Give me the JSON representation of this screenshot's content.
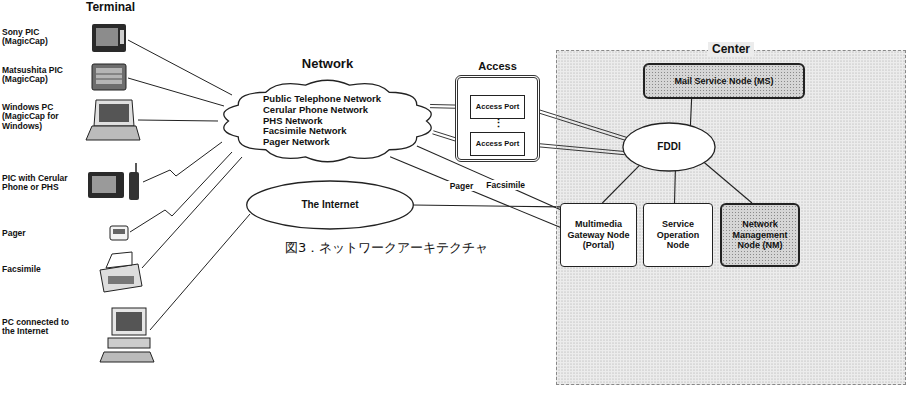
{
  "diagram": {
    "caption": "図3．ネットワークアーキテクチャ",
    "nodes": [
      {
        "text": [
          "Network",
          "Public Telephone Network",
          "Cerular Phone Network",
          "PHS Network",
          "Facsimile Network",
          "Pager Network"
        ]
      },
      {
        "text": [
          "The Internet"
        ]
      },
      {
        "text": [
          "Access"
        ]
      },
      {
        "text": [
          "Access Port"
        ],
        "in": 2
      },
      {
        "text": [
          "Access Port"
        ],
        "in": 2
      },
      {
        "text": [
          "Center"
        ]
      },
      {
        "text": [
          "Mail Service Node (MS)"
        ],
        "in": 5
      },
      {
        "text": [
          "FDDI"
        ],
        "in": 5
      },
      {
        "text": [
          "Multimedia Gateway Node (Portal)"
        ],
        "in": 5
      },
      {
        "text": [
          "Service Operation Node"
        ],
        "in": 5
      },
      {
        "text": [
          "Network Management Node (NM)"
        ],
        "in": 5
      }
    ],
    "edges": [
      {
        "from": 0,
        "to": 3,
        "arrow": "none"
      },
      {
        "from": 0,
        "to": 4,
        "arrow": "none"
      },
      {
        "from": 3,
        "to": 7,
        "arrow": "none"
      },
      {
        "from": 4,
        "to": 7,
        "arrow": "none"
      },
      {
        "from": 0,
        "to": 8,
        "label": "Pager",
        "arrow": "none"
      },
      {
        "from": 0,
        "to": 8,
        "label": "Facsimile",
        "arrow": "none"
      },
      {
        "from": 1,
        "to": 8,
        "arrow": "none"
      },
      {
        "from": 7,
        "to": 6,
        "arrow": "none"
      },
      {
        "from": 7,
        "to": 8,
        "arrow": "none"
      },
      {
        "from": 7,
        "to": 9,
        "arrow": "none"
      },
      {
        "from": 7,
        "to": 10,
        "arrow": "none"
      }
    ],
    "labels": [
      "Terminal",
      "Sony PIC (MagicCap)",
      "Matsushita PIC (MagicCap)",
      "Windows PC (MagicCap for Windows)",
      "PIC with Cerular Phone or PHS",
      "Pager",
      "Facsimile",
      "PC connected to the Internet",
      "⋮"
    ]
  }
}
